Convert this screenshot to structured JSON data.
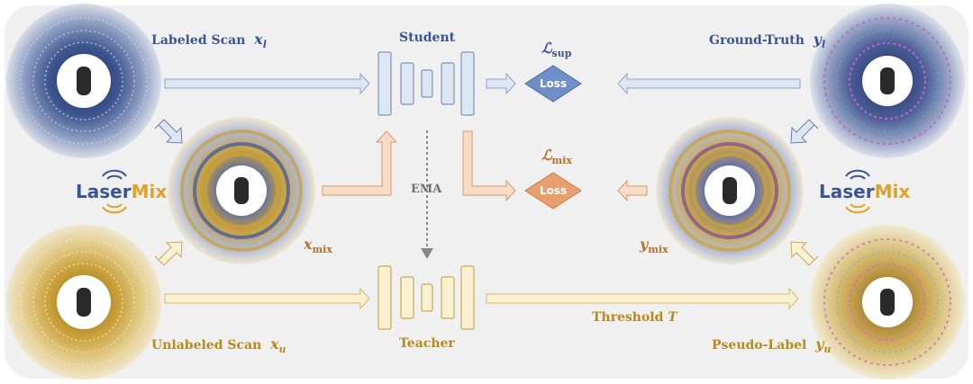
{
  "labels": {
    "labeled_scan": "Labeled Scan",
    "labeled_sym": "x",
    "labeled_sub": "l",
    "unlabeled_scan": "Unlabeled Scan",
    "unlabeled_sym": "x",
    "unlabeled_sub": "u",
    "student": "Student",
    "teacher": "Teacher",
    "ema": "EMA",
    "ground_truth": "Ground-Truth",
    "gt_sym": "y",
    "gt_sub": "l",
    "pseudo_label": "Pseudo-Label",
    "pl_sym": "y",
    "pl_sub": "u",
    "threshold": "Threshold",
    "threshold_sym": "T",
    "xmix_sym": "x",
    "xmix_sub": "mix",
    "ymix_sym": "y",
    "ymix_sub": "mix",
    "loss_sup_sym": "ℒ",
    "loss_sup_sub": "sup",
    "loss_mix_sym": "ℒ",
    "loss_mix_sub": "mix",
    "loss_sup_box": "Loss",
    "loss_mix_box": "Loss",
    "logo_left_a": "Laser",
    "logo_left_b": "Mix",
    "logo_right_a": "Laser",
    "logo_right_b": "Mix"
  },
  "colors": {
    "blue": "#3a5499",
    "orange": "#b8702a",
    "gold": "#b88a1c",
    "student_fill": "#dde6f3",
    "teacher_fill": "#fbf0d0",
    "loss_sup_fill": "#6e8fc9",
    "loss_mix_fill": "#e8a070"
  }
}
